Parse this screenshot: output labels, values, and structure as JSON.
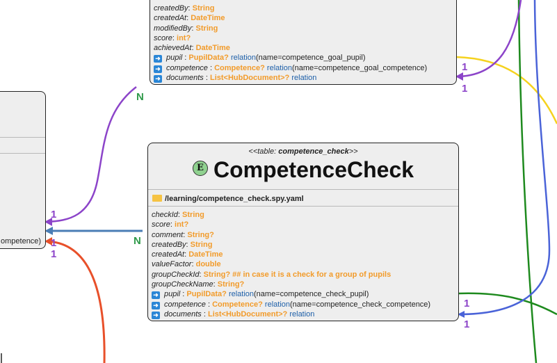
{
  "goal_class": {
    "fields": [
      {
        "name": "createdBy",
        "type": "String"
      },
      {
        "name": "createdAt",
        "type": "DateTime"
      },
      {
        "name": "modifiedBy",
        "type": "String"
      },
      {
        "name": "score",
        "type": "int?"
      },
      {
        "name": "achievedAt",
        "type": "DateTime"
      },
      {
        "name": "pupil",
        "type": "PupilData?",
        "relation": "relation",
        "relation_args": "(name=competence_goal_pupil)"
      },
      {
        "name": "competence",
        "type": "Competence?",
        "relation": "relation",
        "relation_args": "(name=competence_goal_competence)"
      },
      {
        "name": "documents",
        "type": "List<HubDocument>?",
        "relation": "relation",
        "relation_args": ""
      }
    ]
  },
  "left_class": {
    "partial_text": "ompetence)"
  },
  "check_class": {
    "stereotype_prefix": "<<table: ",
    "stereotype_name": "competence_check",
    "stereotype_suffix": ">>",
    "badge": "E",
    "title": "CompetenceCheck",
    "path": "/learning/competence_check.spy.yaml",
    "fields": [
      {
        "name": "checkId",
        "type": "String"
      },
      {
        "name": "score",
        "type": "int?"
      },
      {
        "name": "comment",
        "type": "String?"
      },
      {
        "name": "createdBy",
        "type": "String"
      },
      {
        "name": "createdAt",
        "type": "DateTime"
      },
      {
        "name": "valueFactor",
        "type": "double"
      },
      {
        "name": "groupCheckId",
        "type": "String? ## in case it is a check for a group of pupils"
      },
      {
        "name": "groupCheckName",
        "type": "String?"
      },
      {
        "name": "pupil",
        "type": "PupilData?",
        "relation": "relation",
        "relation_args": "(name=competence_check_pupil)"
      },
      {
        "name": "competence",
        "type": "Competence?",
        "relation": "relation",
        "relation_args": "(name=competence_check_competence)"
      },
      {
        "name": "documents",
        "type": "List<HubDocument>?",
        "relation": "relation",
        "relation_args": ""
      }
    ]
  },
  "multiplicities": {
    "goal_purple_top": "1",
    "goal_purple_bottom": "1",
    "n_top": "N",
    "left_purple": "1",
    "n_blue": "N",
    "left_red_a": "1",
    "left_red_b": "1",
    "check_blue_top": "1",
    "check_blue_bottom": "1"
  },
  "colors": {
    "purple": "#8c44c9",
    "blue_steel": "#4a7db5",
    "red": "#e8502a",
    "green": "#1e8a1e",
    "yellow": "#f5d21e",
    "royal_blue": "#4a63d8"
  }
}
